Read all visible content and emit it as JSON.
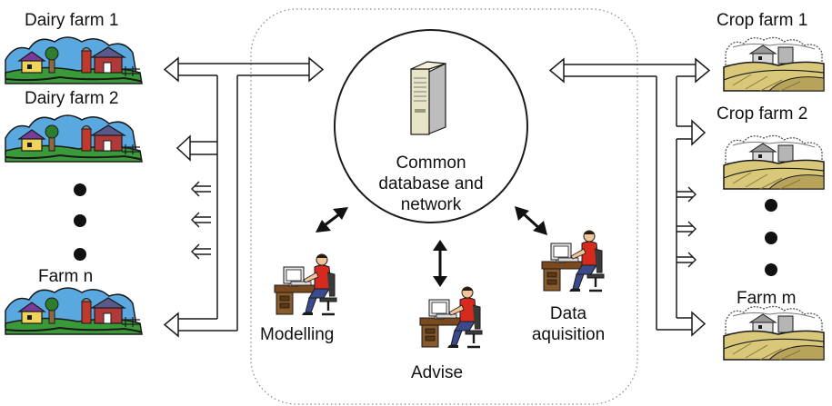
{
  "dairy_farms": {
    "farm1": "Dairy farm 1",
    "farm2": "Dairy farm 2",
    "farmn": "Farm n"
  },
  "crop_farms": {
    "farm1": "Crop farm 1",
    "farm2": "Crop farm 2",
    "farmm": "Farm m"
  },
  "center": {
    "line1": "Common",
    "line2": "database and",
    "line3": "network"
  },
  "activities": {
    "modelling": "Modelling",
    "advise": "Advise",
    "data_line1": "Data",
    "data_line2": "aquisition"
  },
  "colors": {
    "sky": "#5aa8e0",
    "barn": "#c0392b",
    "grass": "#3a9a3a",
    "field": "#d9c77a",
    "shirt": "#d62a1e",
    "desk": "#7a4a1e"
  }
}
